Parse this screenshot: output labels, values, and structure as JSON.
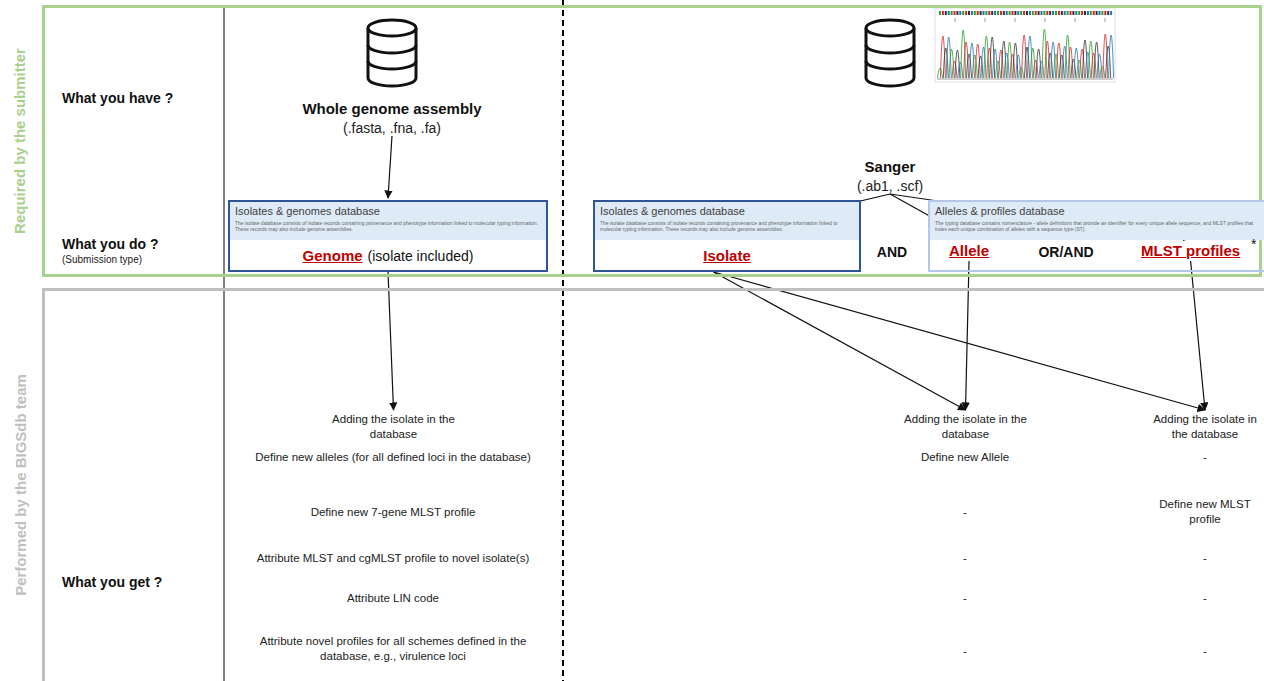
{
  "diagram": {
    "nodes": [
      {
        "text": [
          "Required by the submitter"
        ]
      },
      {
        "text": [
          "Performed by the BIGSdb team"
        ]
      },
      {
        "text": [
          "Whole genome assembly",
          "(.fasta, .fna, .fa)"
        ],
        "in": 0
      },
      {
        "text": [
          "Isolates & genomes database",
          "The isolate database consists of isolate records containing provenance and phenotype information linked to molecular typing information. These records may also include genome assemblies.",
          "Genome",
          "(isolate included)"
        ],
        "in": 0
      },
      {
        "text": [
          "Sanger",
          "(.ab1, .scf)"
        ],
        "in": 0
      },
      {
        "text": [
          "Isolates & genomes database",
          "The isolate database consists of isolate records containing provenance and phenotype information linked to molecular typing information. These records may also include genome assemblies.",
          "Isolate"
        ],
        "in": 0
      },
      {
        "text": [
          "Alleles & profiles database",
          "The typing database contains nomenclature - allele definitions that provide an identifier for every unique allele sequence, and MLST profiles that index each unique combination of alleles with a sequence type (ST)."
        ],
        "in": 0
      },
      {
        "text": [
          "Allele"
        ],
        "in": 6
      },
      {
        "text": [
          "MLST profiles"
        ],
        "in": 6
      },
      {
        "text": [
          "Adding the isolate in the database"
        ],
        "in": 1
      },
      {
        "text": [
          "Adding the isolate in the database"
        ],
        "in": 1
      },
      {
        "text": [
          "Adding the isolate in the database"
        ],
        "in": 1
      }
    ],
    "edges": [
      {
        "from": 2,
        "to": 3,
        "arrow": "to"
      },
      {
        "from": 3,
        "to": 9,
        "arrow": "to"
      },
      {
        "from": 4,
        "to": 5,
        "arrow": "to"
      },
      {
        "from": 4,
        "to": 7,
        "arrow": "to"
      },
      {
        "from": 4,
        "to": 8,
        "arrow": "to"
      },
      {
        "from": 5,
        "to": 10,
        "arrow": "to"
      },
      {
        "from": 5,
        "to": 11,
        "arrow": "to"
      },
      {
        "from": 7,
        "to": 10,
        "arrow": "to"
      },
      {
        "from": 8,
        "to": 11,
        "arrow": "to"
      }
    ],
    "labels": [
      "What you have ?",
      "What you do ?",
      "(Submission type)",
      "AND",
      "OR/AND",
      "*",
      "What you get ?",
      "Define new alleles (for all defined loci in the database)",
      "Define new Allele",
      "-",
      "Define new 7-gene MLST profile",
      "-",
      "Define new MLST profile",
      "Attribute MLST and cgMLST profile to novel isolate(s)",
      "-",
      "-",
      "Attribute LIN code",
      "-",
      "-",
      "Attribute novel profiles for all schemes defined in the database, e.g., virulence loci",
      "-",
      "-"
    ]
  }
}
